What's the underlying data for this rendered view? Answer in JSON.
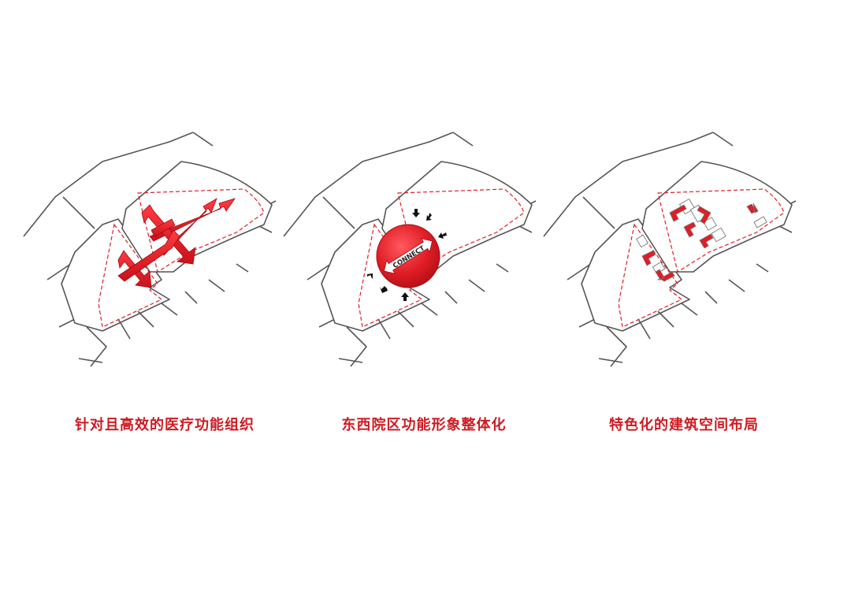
{
  "captions": [
    "针对且高效的医疗功能组织",
    "东西院区功能形象整体化",
    "特色化的建筑空间布局"
  ],
  "connect_label": "CONNECT",
  "colors": {
    "accent": "#e11d25",
    "accent_dark": "#a30d13",
    "road_line": "#555555",
    "background": "#ffffff"
  },
  "icons": [
    "double-arrow-icon",
    "connect-circle-icon",
    "inward-arrow-icon"
  ]
}
